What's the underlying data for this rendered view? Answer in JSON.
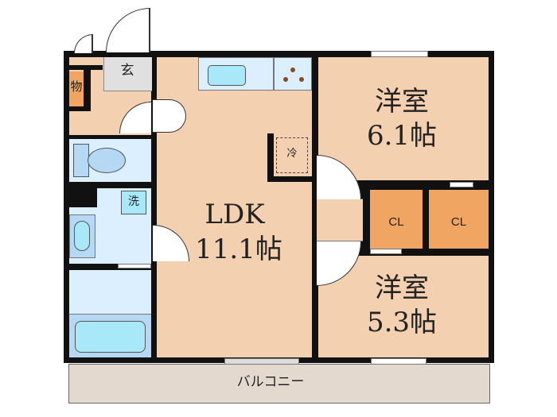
{
  "floor_plan": {
    "rooms": {
      "entrance": {
        "label": "玄"
      },
      "storage": {
        "label": "物"
      },
      "ldk": {
        "name": "LDK",
        "size": "11.1帖"
      },
      "bedroom1": {
        "name": "洋室",
        "size": "6.1帖"
      },
      "bedroom2": {
        "name": "洋室",
        "size": "5.3帖"
      },
      "closet1": {
        "label": "CL"
      },
      "closet2": {
        "label": "CL"
      },
      "balcony": {
        "label": "バルコニー"
      }
    },
    "fixtures": {
      "washer": {
        "label": "洗"
      },
      "fridge": {
        "label": "冷"
      }
    },
    "colors": {
      "room_floor": "#f3d0b0",
      "wet_area": "#dcefff",
      "fixture_blue": "#a8e8f8",
      "closet": "#f0a562",
      "entrance_floor": "#e0e0e0",
      "balcony": "#e3d9cf",
      "wall": "#111111"
    }
  }
}
